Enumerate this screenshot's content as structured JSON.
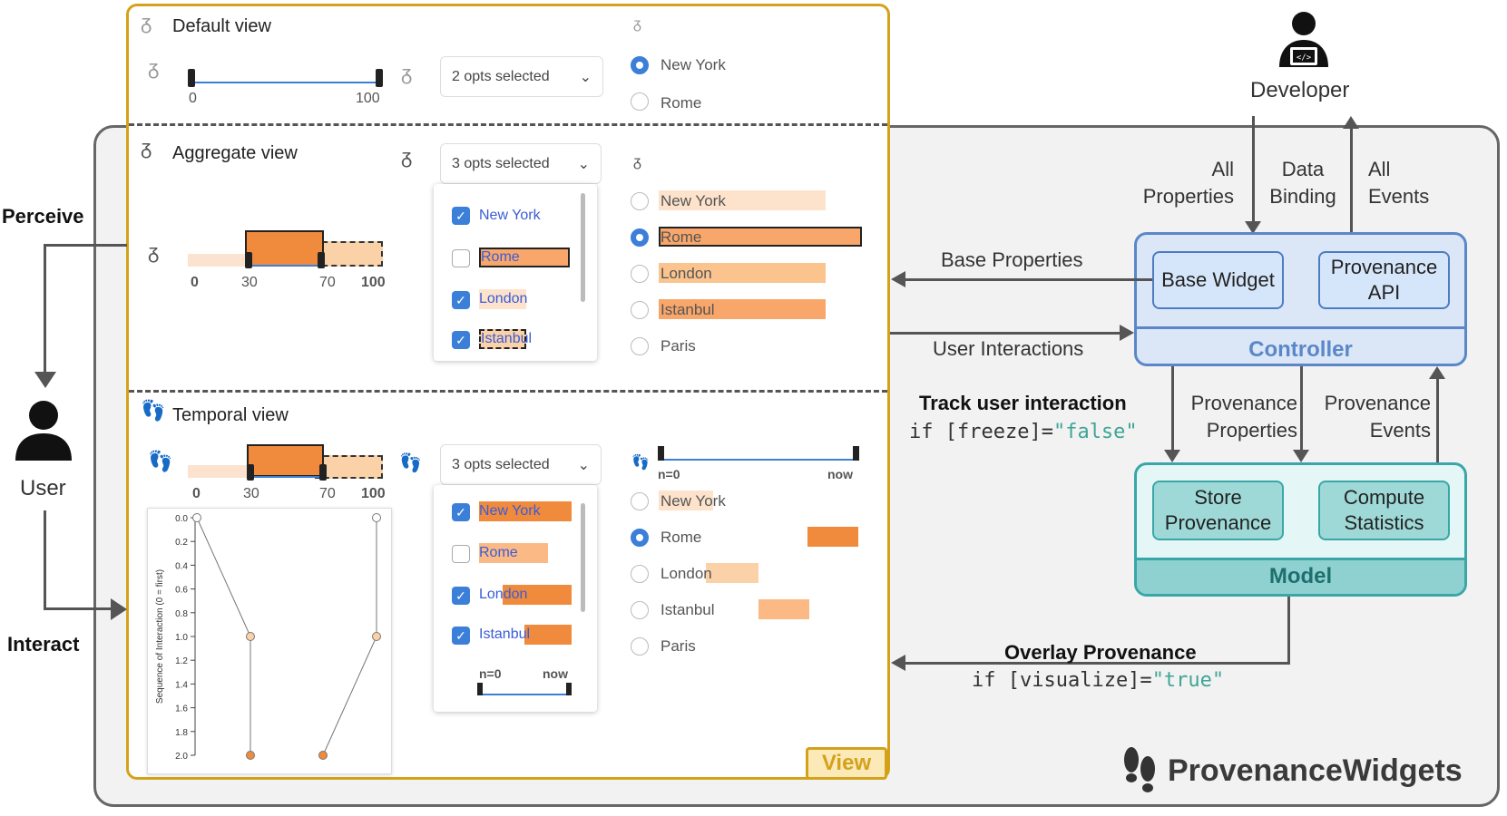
{
  "view": {
    "label": "View",
    "default_view": {
      "title": "Default view",
      "slider_min": "0",
      "slider_max": "100",
      "dropdown": "2 opts selected",
      "radios": [
        "New York",
        "Rome"
      ],
      "selected_radio": "New York"
    },
    "aggregate_view": {
      "title": "Aggregate view",
      "ticks": [
        "0",
        "30",
        "70",
        "100"
      ],
      "dropdown": "3 opts selected",
      "checkbox_options": [
        {
          "label": "New York",
          "checked": true
        },
        {
          "label": "Rome",
          "checked": false
        },
        {
          "label": "London",
          "checked": true
        },
        {
          "label": "Istanbul",
          "checked": true
        }
      ],
      "radio_options": [
        "New York",
        "Rome",
        "London",
        "Istanbul",
        "Paris"
      ],
      "radio_frequency": [
        0.82,
        1.0,
        0.82,
        0.82,
        0.0
      ],
      "selected_radio": "Rome"
    },
    "temporal_view": {
      "title": "Temporal view",
      "ticks": [
        "0",
        "30",
        "70",
        "100"
      ],
      "dropdown": "3 opts selected",
      "checkbox_options": [
        {
          "label": "New York",
          "checked": true
        },
        {
          "label": "Rome",
          "checked": false
        },
        {
          "label": "London",
          "checked": true
        },
        {
          "label": "Istanbul",
          "checked": true
        }
      ],
      "time_start": "n=0",
      "time_end": "now",
      "radio_options": [
        "New York",
        "Rome",
        "London",
        "Istanbul",
        "Paris"
      ],
      "selected_radio": "Rome",
      "chart": {
        "ylabel": "Sequence of Interaction (0 = first)",
        "yticks": [
          "0.0",
          "0.2",
          "0.4",
          "0.6",
          "0.8",
          "1.0",
          "1.2",
          "1.4",
          "1.6",
          "1.8",
          "2.0"
        ]
      }
    }
  },
  "user": {
    "label": "User",
    "perceive": "Perceive",
    "interact": "Interact"
  },
  "developer": {
    "label": "Developer",
    "all_properties": "All Properties",
    "data_binding": "Data Binding",
    "all_events": "All Events"
  },
  "controller": {
    "label": "Controller",
    "base_widget": "Base Widget",
    "provenance_api": "Provenance API"
  },
  "model": {
    "label": "Model",
    "store_provenance": "Store Provenance",
    "compute_statistics": "Compute Statistics"
  },
  "flows": {
    "base_properties": "Base Properties",
    "user_interactions": "User Interactions",
    "track_title": "Track user interaction",
    "track_code_prefix": "if [freeze]=",
    "track_code_value": "\"false\"",
    "provenance_properties": "Provenance Properties",
    "provenance_events": "Provenance Events",
    "overlay_title": "Overlay Provenance",
    "overlay_code_prefix": "if [visualize]=",
    "overlay_code_value": "\"true\""
  },
  "brand": "ProvenanceWidgets",
  "colors": {
    "accent": "#f08a3c",
    "light_orange": "#fbd1a8",
    "blue": "#3b7fd9",
    "controller_fill": "#dbe7f7",
    "model_fill": "#b6e3e3",
    "view_border": "#d4a21a"
  }
}
